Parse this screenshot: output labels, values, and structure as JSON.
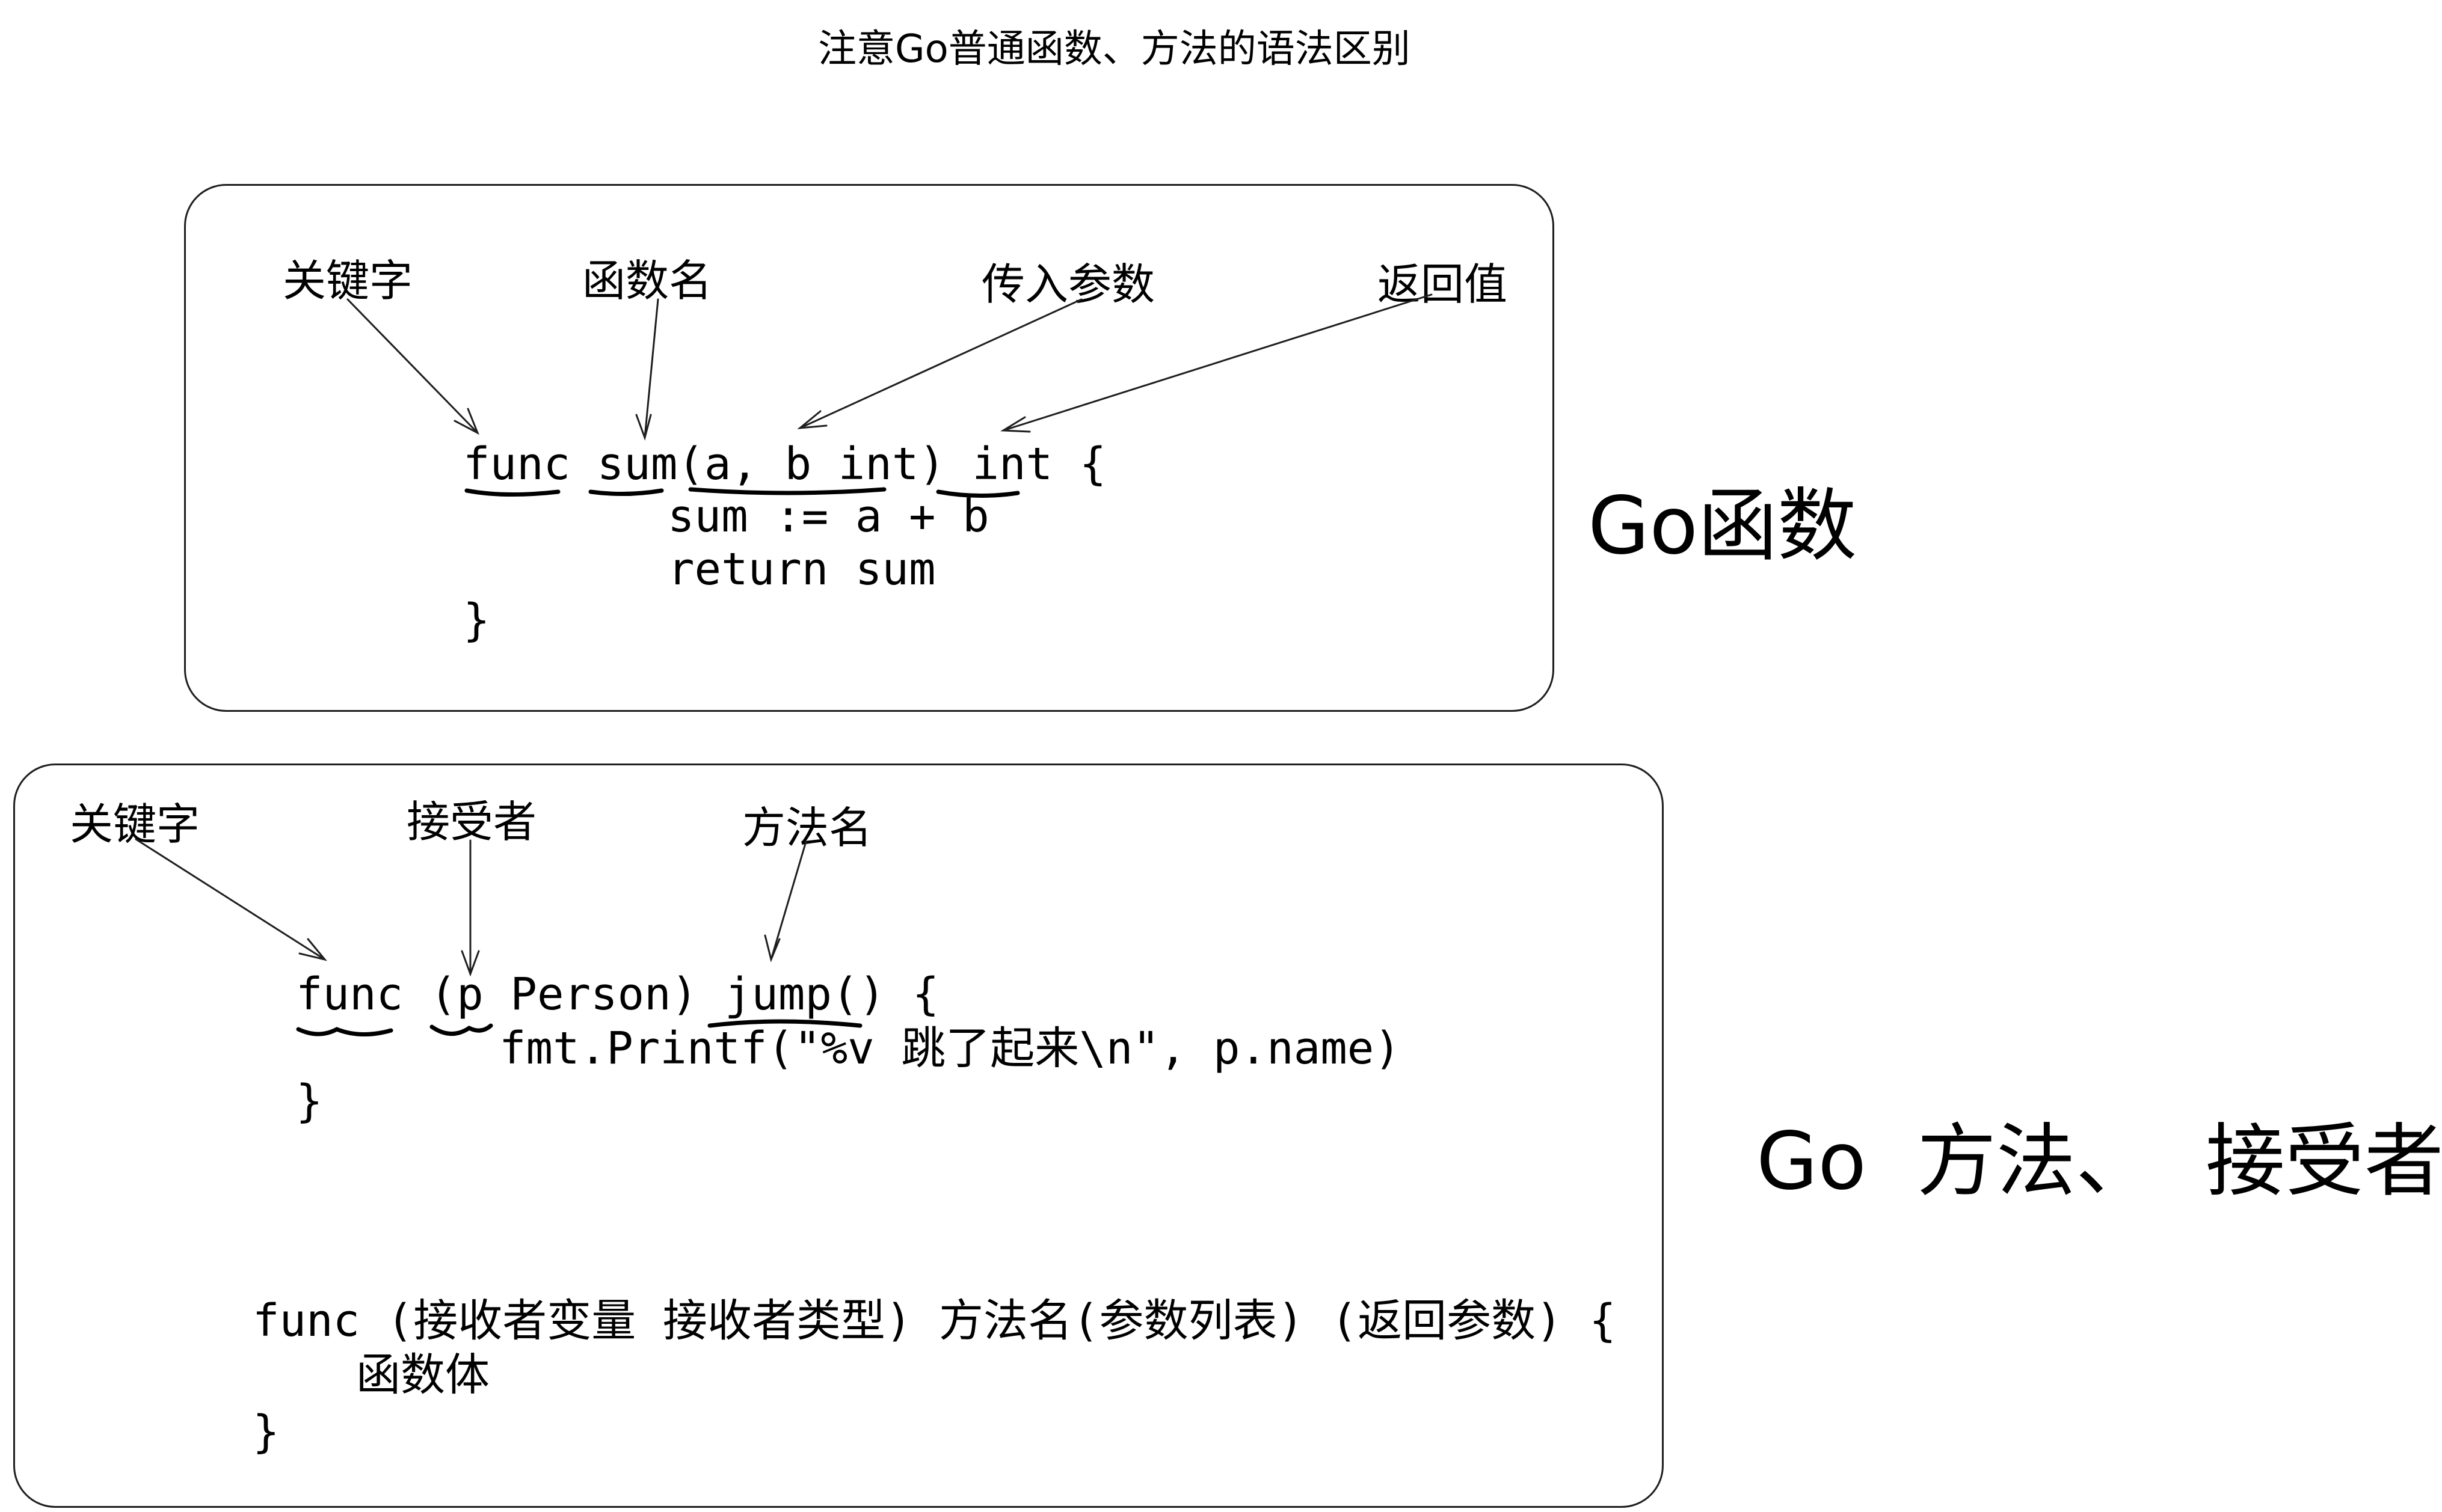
{
  "title": "注意Go普通函数、方法的语法区别",
  "function_panel": {
    "side_label": "Go函数",
    "annotations": {
      "keyword": "关键字",
      "func_name": "函数名",
      "params": "传入参数",
      "return_value": "返回值"
    },
    "code_lines": [
      "func sum(a, b int) int {",
      "sum := a + b",
      "return sum",
      "}"
    ]
  },
  "method_panel": {
    "side_label": "Go  方法、  接受者",
    "annotations": {
      "keyword": "关键字",
      "receiver": "接受者",
      "method_name": "方法名"
    },
    "code_lines": [
      "func (p Person) jump() {",
      "fmt.Printf(\"%v 跳了起来\\n\", p.name)",
      "}"
    ],
    "syntax_template_lines": [
      "func (接收者变量 接收者类型) 方法名(参数列表) (返回参数) {",
      "函数体",
      "}"
    ]
  },
  "colors": {
    "stroke": "#1e1e1e",
    "text": "#000000",
    "background": "#ffffff"
  }
}
